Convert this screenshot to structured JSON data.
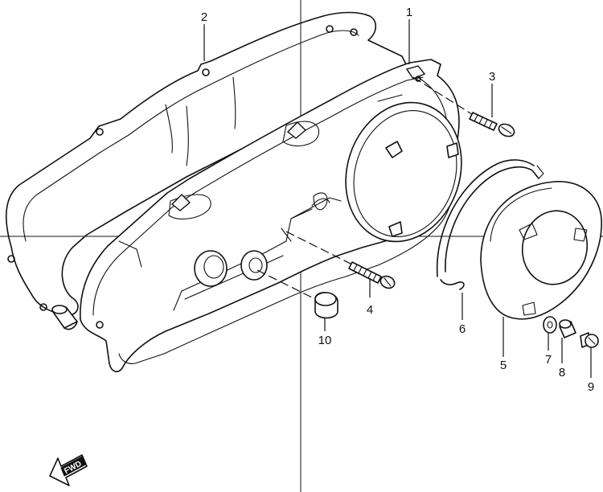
{
  "diagram": {
    "callouts": {
      "p1": "1",
      "p2": "2",
      "p3": "3",
      "p4": "4",
      "p5": "5",
      "p6": "6",
      "p7": "7",
      "p8": "8",
      "p9": "9",
      "p10": "10"
    },
    "fwd_label": "FWD",
    "icons": {
      "direction": "forward-arrow-icon"
    },
    "colors": {
      "line": "#111111",
      "background": "#ffffff"
    }
  }
}
